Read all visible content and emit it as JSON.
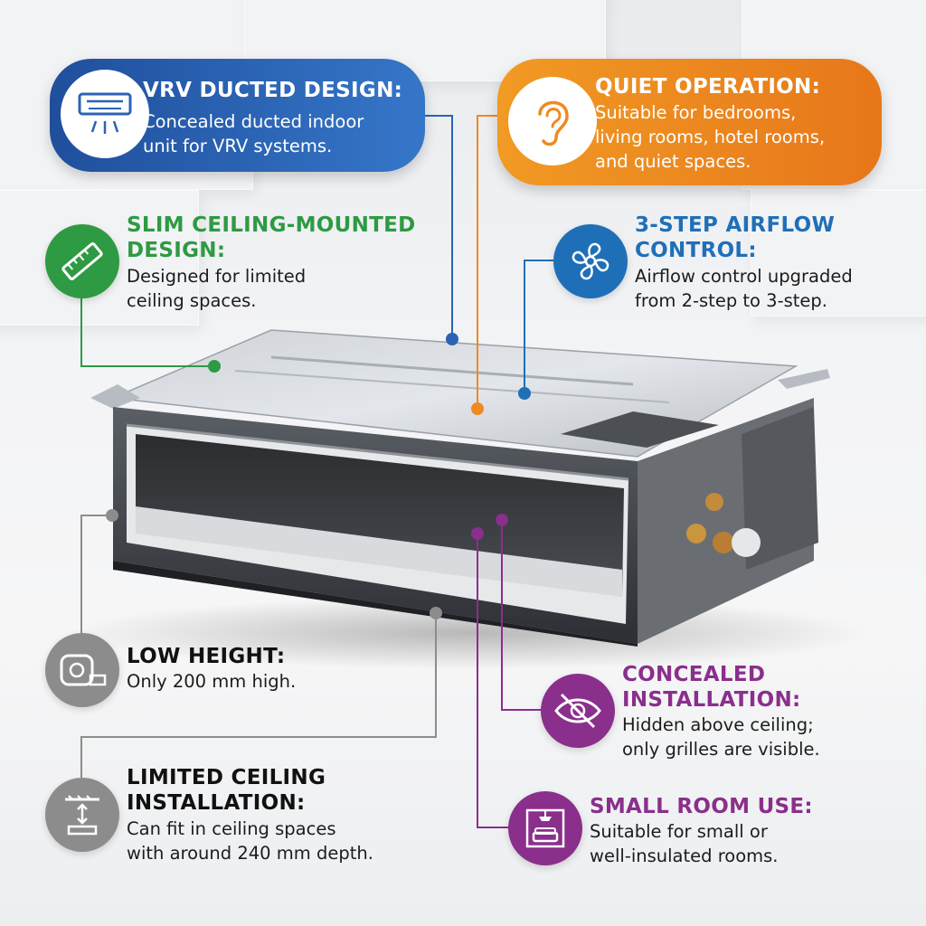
{
  "colors": {
    "blue": "#2b63b3",
    "orange": "#ef8a1f",
    "green": "#2e9a43",
    "fan_blue": "#1f6fb8",
    "purple": "#8a2f8c",
    "gray": "#8c8c8c"
  },
  "features": {
    "vrv": {
      "icon": "air-conditioner-icon",
      "title": "VRV DUCTED DESIGN:",
      "lines": [
        "Concealed ducted indoor",
        "unit for VRV systems."
      ]
    },
    "quiet": {
      "icon": "ear-icon",
      "title": "QUIET OPERATION:",
      "lines": [
        "Suitable for bedrooms,",
        "living rooms, hotel rooms,",
        "and quiet spaces."
      ]
    },
    "slim": {
      "icon": "ruler-icon",
      "title_lines": [
        "SLIM CEILING-MOUNTED",
        "DESIGN:"
      ],
      "lines": [
        "Designed for limited",
        "ceiling spaces."
      ]
    },
    "airflow": {
      "icon": "fan-icon",
      "title_lines": [
        "3-STEP AIRFLOW",
        "CONTROL:"
      ],
      "lines": [
        "Airflow control upgraded",
        "from 2-step to 3-step."
      ]
    },
    "low_height": {
      "icon": "tape-measure-icon",
      "title": "LOW HEIGHT:",
      "lines": [
        "Only 200 mm high."
      ]
    },
    "concealed": {
      "icon": "eye-slash-icon",
      "title_lines": [
        "CONCEALED",
        "INSTALLATION:"
      ],
      "lines": [
        "Hidden above ceiling;",
        "only grilles are visible."
      ]
    },
    "limited_ceiling": {
      "icon": "ceiling-depth-icon",
      "title_lines": [
        "LIMITED CEILING",
        "INSTALLATION:"
      ],
      "lines": [
        "Can fit in ceiling spaces",
        "with around 240 mm depth."
      ]
    },
    "small_room": {
      "icon": "room-icon",
      "title": "SMALL ROOM USE:",
      "lines": [
        "Suitable for small or",
        "well-insulated rooms."
      ]
    }
  }
}
